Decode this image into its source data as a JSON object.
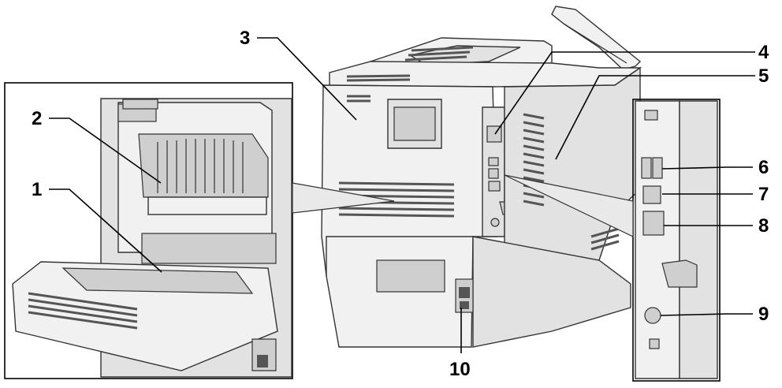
{
  "diagram": {
    "callouts": [
      "1",
      "2",
      "3",
      "4",
      "5",
      "6",
      "7",
      "8",
      "9",
      "10"
    ]
  },
  "icons": {
    "printer": "printer-rear-illustration",
    "inset_left": "open-rear-door-inset",
    "inset_right": "port-panel-inset"
  }
}
